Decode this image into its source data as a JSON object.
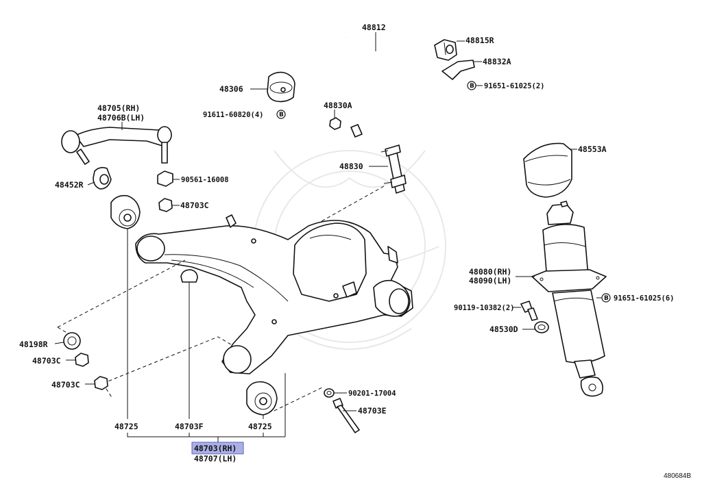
{
  "diagram": {
    "reference_code": "480684B",
    "callouts": {
      "p48812": "48812",
      "p48815R": "48815R",
      "p48832A": "48832A",
      "p91651a": "91651-61025(2)",
      "p48306": "48306",
      "p48830A": "48830A",
      "p91611": "91611-60820(4)",
      "p48705": "48705(RH)",
      "p48706B": "48706B(LH)",
      "p48830": "48830",
      "p48553A": "48553A",
      "p48452R": "48452R",
      "p90561": "90561-16008",
      "p48703C_top": "48703C",
      "p48080": "48080(RH)",
      "p48090": "48090(LH)",
      "p91651b": "91651-61025(6)",
      "p90119": "90119-10382(2)",
      "p48530D": "48530D",
      "p48198R": "48198R",
      "p48703C_mid": "48703C",
      "p48703C_low": "48703C",
      "p90201": "90201-17004",
      "p48703E": "48703E",
      "p48725_left": "48725",
      "p48703F": "48703F",
      "p48725_right": "48725",
      "p48703": "48703(RH)",
      "p48707": "48707(LH)"
    },
    "badge_letter": "B"
  }
}
